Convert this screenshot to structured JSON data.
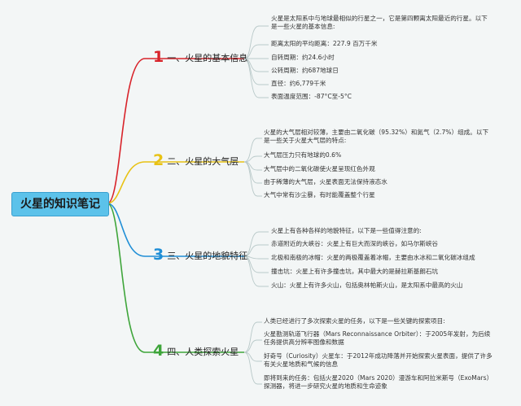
{
  "root": {
    "title": "火星的知识笔记"
  },
  "branches": [
    {
      "num": "1",
      "label": "一、火星的基本信息",
      "color": "#d8232a",
      "items": [
        "火星是太阳系中与地球最相似的行星之一，它是第四颗离太阳最近的行星。以下是一些火星的基本信息:",
        "距离太阳的平均距离：227.9 百万千米",
        "自转周期：约24.6小时",
        "公转周期：约687地球日",
        "直径：约6,779千米",
        "表面温度范围：-87°C至-5°C"
      ]
    },
    {
      "num": "2",
      "label": "二、火星的大气层",
      "color": "#e8c214",
      "items": [
        "火星的大气层相对较薄，主要由二氧化碳（95.32%）和氮气（2.7%）组成。以下是一些关于火星大气层的特点:",
        "大气层压力只有地球的0.6%",
        "大气层中的二氧化碳使火星呈现红色外观",
        "由于稀薄的大气层，火星表面无法保持液态水",
        "大气中常有沙尘暴，有时能覆盖整个行星"
      ]
    },
    {
      "num": "3",
      "label": "三、火星的地貌特征",
      "color": "#1f8ed6",
      "items": [
        "火星上有各种各样的地貌特征，以下是一些值得注意的:",
        "赤道附近的大峡谷：火星上有巨大而深的峡谷，如马尔斯峡谷",
        "北极和南极的冰帽：火星的两极覆盖着冰帽，主要由水冰和二氧化碳冰组成",
        "撞击坑：火星上有许多撞击坑，其中最大的是赫拉斯基朗石坑",
        "火山：火星上有许多火山，包括奥林帕斯火山，是太阳系中最高的火山"
      ]
    },
    {
      "num": "4",
      "label": "四、人类探索火星",
      "color": "#3ea53a",
      "items": [
        "人类已经进行了多次探索火星的任务，以下是一些关键的探索项目:",
        "火星勘测轨道飞行器（Mars Reconnaissance Orbiter）：于2005年发射，为后续任务提供高分辨率图像和数据",
        "好奇号（Curiosity）火星车：于2012年成功降落并开始探索火星表面，提供了许多有关火星地质和气候的信息",
        "即将到来的任务：包括火星2020（Mars 2020）漫游车和阿拉米斯号（ExoMars）探测器，将进一步研究火星的地质和生命迹象"
      ]
    }
  ]
}
